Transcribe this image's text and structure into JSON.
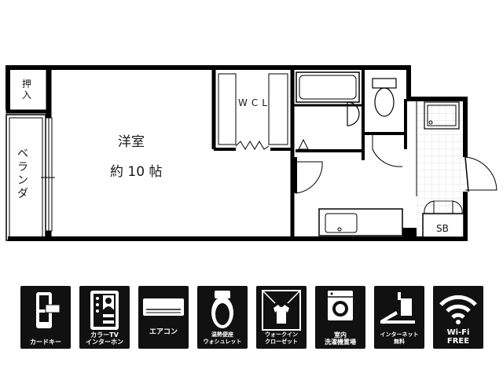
{
  "floorplan": {
    "rooms": {
      "western_room_line1": "洋室",
      "western_room_line2": "約 10 帖",
      "closet": "押入",
      "veranda": "ベランダ",
      "wcl": "WCL",
      "shoebox": "SB"
    }
  },
  "amenities": [
    {
      "caption": "カードキー",
      "icon": "card-key-icon"
    },
    {
      "caption": "カラーTV\nインターホン",
      "icon": "color-tv-intercom-icon"
    },
    {
      "caption": "エアコン",
      "icon": "air-conditioner-icon"
    },
    {
      "caption": "温熱便座\nウォシュレット",
      "icon": "washlet-toilet-icon"
    },
    {
      "caption": "ウォークイン\nクローゼット",
      "icon": "walk-in-closet-icon"
    },
    {
      "caption": "室内\n洗濯機置場",
      "icon": "washing-machine-icon"
    },
    {
      "caption": "インターネット\n無料",
      "icon": "internet-icon"
    },
    {
      "caption": "Wi-Fi\nFREE",
      "icon": "wifi-icon"
    }
  ],
  "colors": {
    "wall": "#000000",
    "tile_background": "#111111",
    "floor_grid": "#e4e4e4"
  }
}
